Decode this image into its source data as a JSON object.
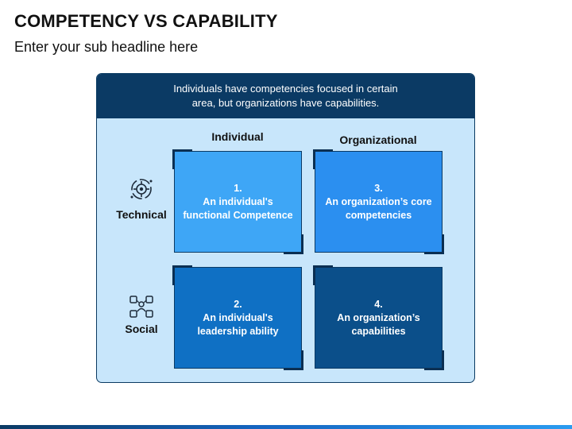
{
  "slide": {
    "title": "COMPETENCY VS CAPABILITY",
    "subtitle": "Enter your sub headline here"
  },
  "panel": {
    "header_line1": "Individuals have competencies focused in certain",
    "header_line2": "area, but organizations have capabilities.",
    "columns": [
      "Individual",
      "Organizational"
    ],
    "rows": [
      {
        "label": "Technical",
        "icon": "gear-circuit-icon"
      },
      {
        "label": "Social",
        "icon": "social-network-icon"
      }
    ],
    "cells": [
      {
        "num": "1.",
        "line1": "An individual's",
        "line2": "functional Competence",
        "color": "#3ea6f6"
      },
      {
        "num": "3.",
        "line1": "An organization’s core",
        "line2": "competencies",
        "color": "#2b8ff0"
      },
      {
        "num": "2.",
        "line1": "An individual's",
        "line2": "leadership ability",
        "color": "#0f70c4"
      },
      {
        "num": "4.",
        "line1": "An organization’s",
        "line2": "capabilities",
        "color": "#0b4f8a"
      }
    ]
  },
  "colors": {
    "header_bg": "#0b3a64",
    "panel_bg": "#c8e6fb"
  }
}
